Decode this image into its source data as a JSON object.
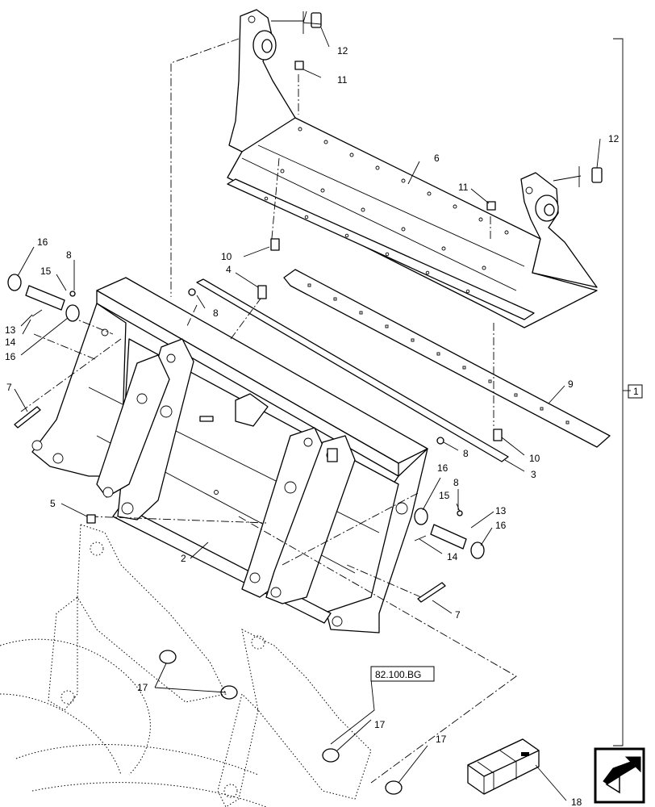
{
  "callouts": {
    "c1": "1",
    "c2": "2",
    "c3": "3",
    "c4": "4",
    "c5": "5",
    "c6": "6",
    "c7a": "7",
    "c7b": "7",
    "c8a": "8",
    "c8b": "8",
    "c8c": "8",
    "c8d": "8",
    "c9": "9",
    "c10a": "10",
    "c10b": "10",
    "c11a": "11",
    "c11b": "11",
    "c12a": "12",
    "c12b": "12",
    "c13a": "13",
    "c13b": "13",
    "c14a": "14",
    "c14b": "14",
    "c15a": "15",
    "c15b": "15",
    "c16a": "16",
    "c16b": "16",
    "c16c": "16",
    "c16d": "16",
    "c17a": "17",
    "c17b": "17",
    "c17c": "17",
    "c18": "18"
  },
  "reference": "82.100.BG",
  "icons": {
    "nav": "next-page-arrow-icon",
    "kit": "crate-icon"
  }
}
